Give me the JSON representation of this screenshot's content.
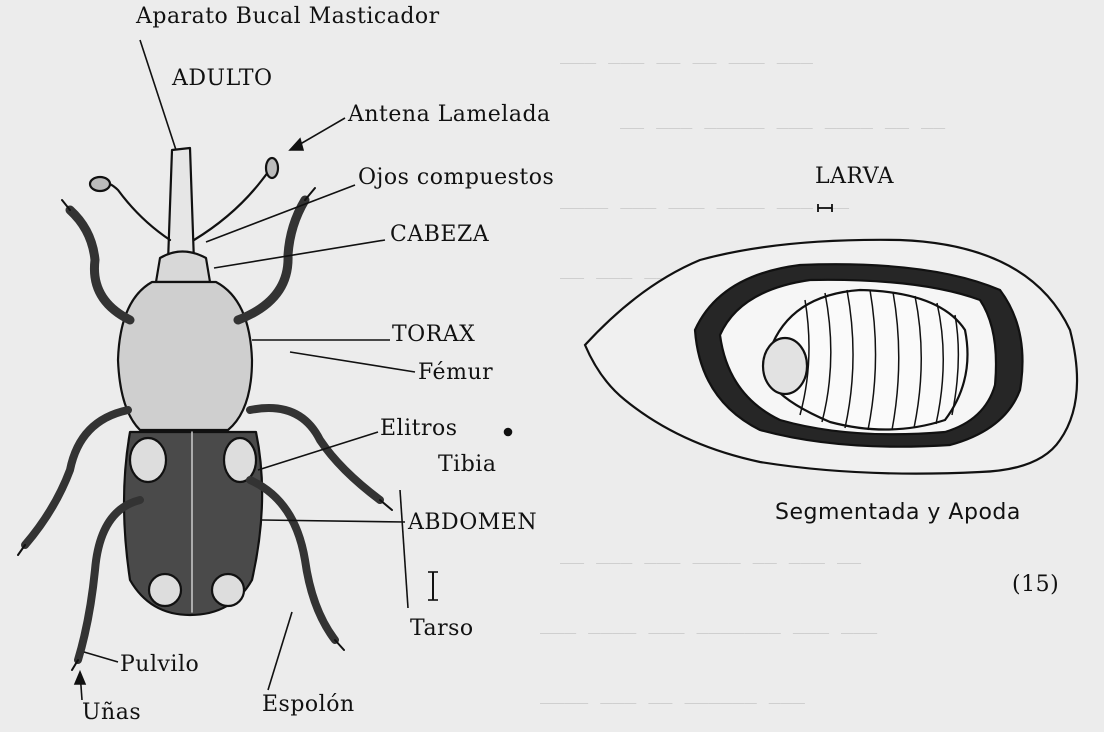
{
  "adult": {
    "title": "ADULTO",
    "labels": {
      "mouthparts": "Aparato Bucal Masticador",
      "antenna": "Antena Lamelada",
      "eyes": "Ojos compuestos",
      "head": "CABEZA",
      "thorax": "TORAX",
      "femur": "Fémur",
      "elytra": "Elitros",
      "tibia": "Tibia",
      "abdomen": "ABDOMEN",
      "tarsus": "Tarso",
      "pulvillus": "Pulvilo",
      "claws": "Uñas",
      "spur": "Espolón"
    }
  },
  "larva": {
    "title": "LARVA",
    "caption": "Segmentada y Apoda"
  },
  "figure_number": "(15)",
  "colors": {
    "ink": "#111111",
    "paper": "#ececec",
    "faded_text": "#c9c9c9"
  }
}
